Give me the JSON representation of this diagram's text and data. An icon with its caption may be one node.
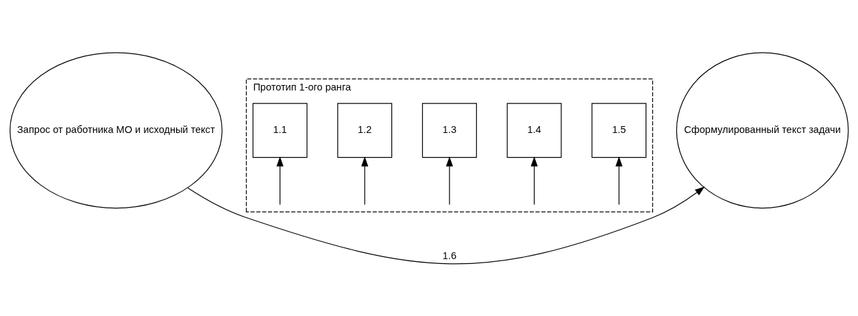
{
  "diagram": {
    "nodes": [
      {
        "text": [
          "Запрос от работника МО и исходный текст"
        ]
      },
      {
        "text": [
          "Прототип 1-ого ранга"
        ]
      },
      {
        "text": [
          "1.1"
        ],
        "in": 1
      },
      {
        "text": [
          "1.2"
        ],
        "in": 1
      },
      {
        "text": [
          "1.3"
        ],
        "in": 1
      },
      {
        "text": [
          "1.4"
        ],
        "in": 1
      },
      {
        "text": [
          "1.5"
        ],
        "in": 1
      },
      {
        "text": [
          "Сформулированный текст задачи"
        ]
      }
    ],
    "edges": [
      {
        "from": 0,
        "to": 7,
        "arrow": "to",
        "label": "1.6"
      },
      {
        "from": null,
        "to": 2,
        "arrow": "to"
      },
      {
        "from": null,
        "to": 3,
        "arrow": "to"
      },
      {
        "from": null,
        "to": 4,
        "arrow": "to"
      },
      {
        "from": null,
        "to": 5,
        "arrow": "to"
      },
      {
        "from": null,
        "to": 6,
        "arrow": "to"
      }
    ]
  }
}
